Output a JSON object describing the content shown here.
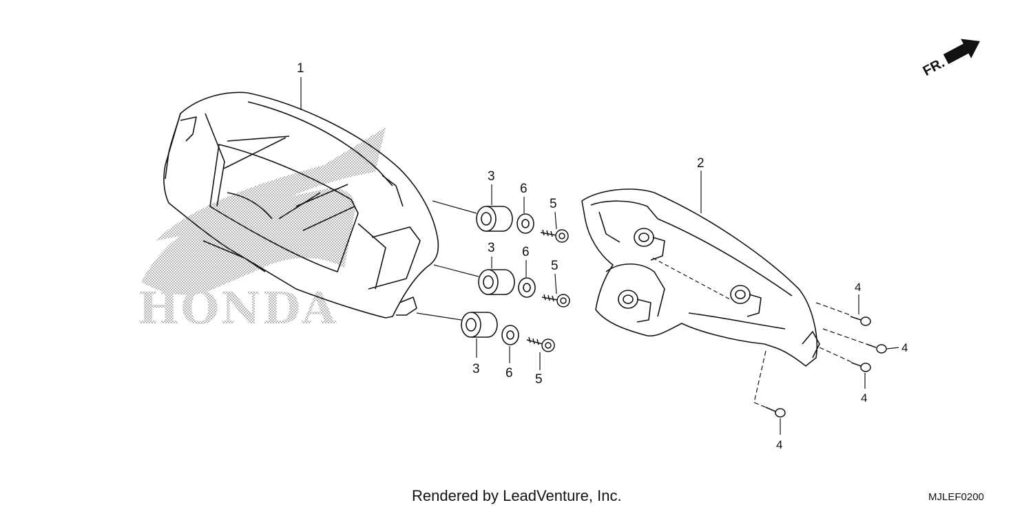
{
  "watermark": {
    "text": "HONDA"
  },
  "direction": {
    "text": "FR."
  },
  "callouts": {
    "meter_assembly": "1",
    "meter_cover": "2",
    "rubber_a": "3",
    "rubber_b": "3",
    "rubber_c": "3",
    "collar_a": "6",
    "collar_b": "6",
    "collar_c": "6",
    "screw_a": "5",
    "screw_b": "5",
    "screw_c": "5",
    "bolt_a": "4",
    "bolt_b": "4",
    "bolt_c": "4",
    "bolt_d": "4"
  },
  "footer": {
    "credit": "Rendered by LeadVenture, Inc.",
    "diagram_code": "MJLEF0200"
  },
  "colors": {
    "line": "#111111",
    "watermark": "#bdbdbd"
  }
}
